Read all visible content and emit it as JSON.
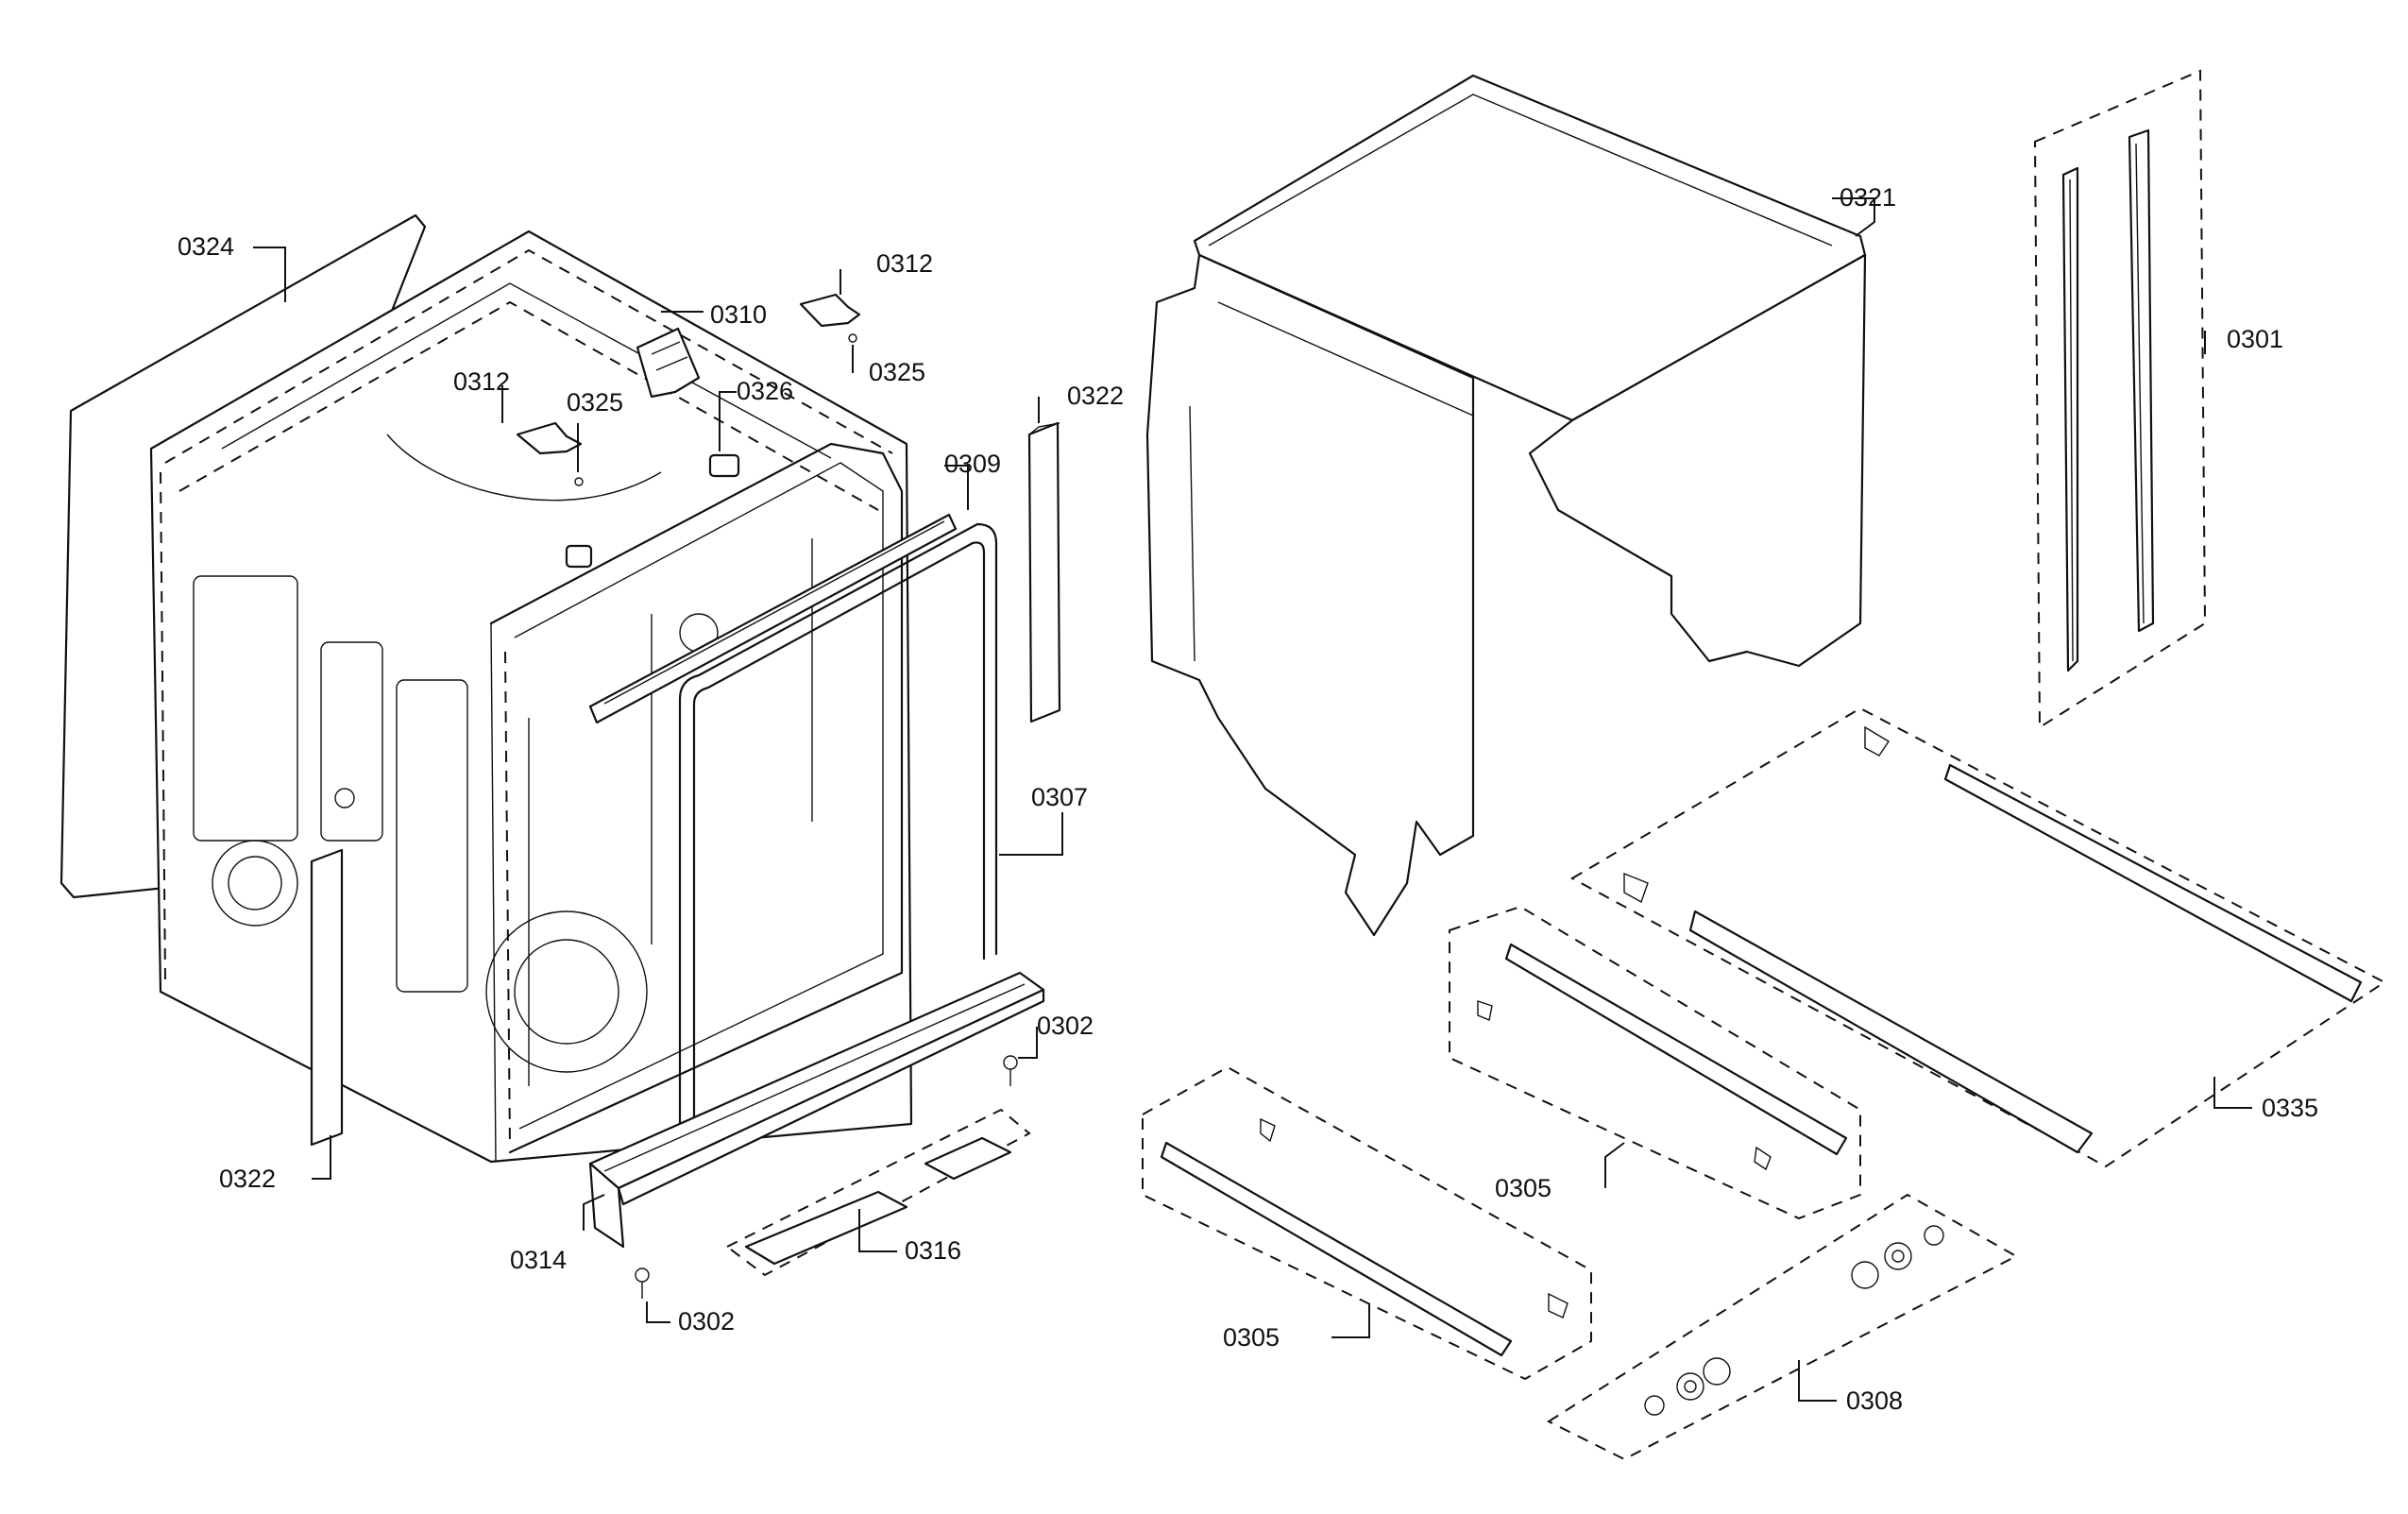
{
  "callouts": {
    "c0324": "0324",
    "c0312a": "0312",
    "c0312b": "0312",
    "c0310": "0310",
    "c0325a": "0325",
    "c0325b": "0325",
    "c0326": "0326",
    "c0322a": "0322",
    "c0322b": "0322",
    "c0309": "0309",
    "c0307": "0307",
    "c0302a": "0302",
    "c0302b": "0302",
    "c0314": "0314",
    "c0316": "0316",
    "c0321": "0321",
    "c0301": "0301",
    "c0335": "0335",
    "c0305a": "0305",
    "c0305b": "0305",
    "c0308": "0308"
  }
}
